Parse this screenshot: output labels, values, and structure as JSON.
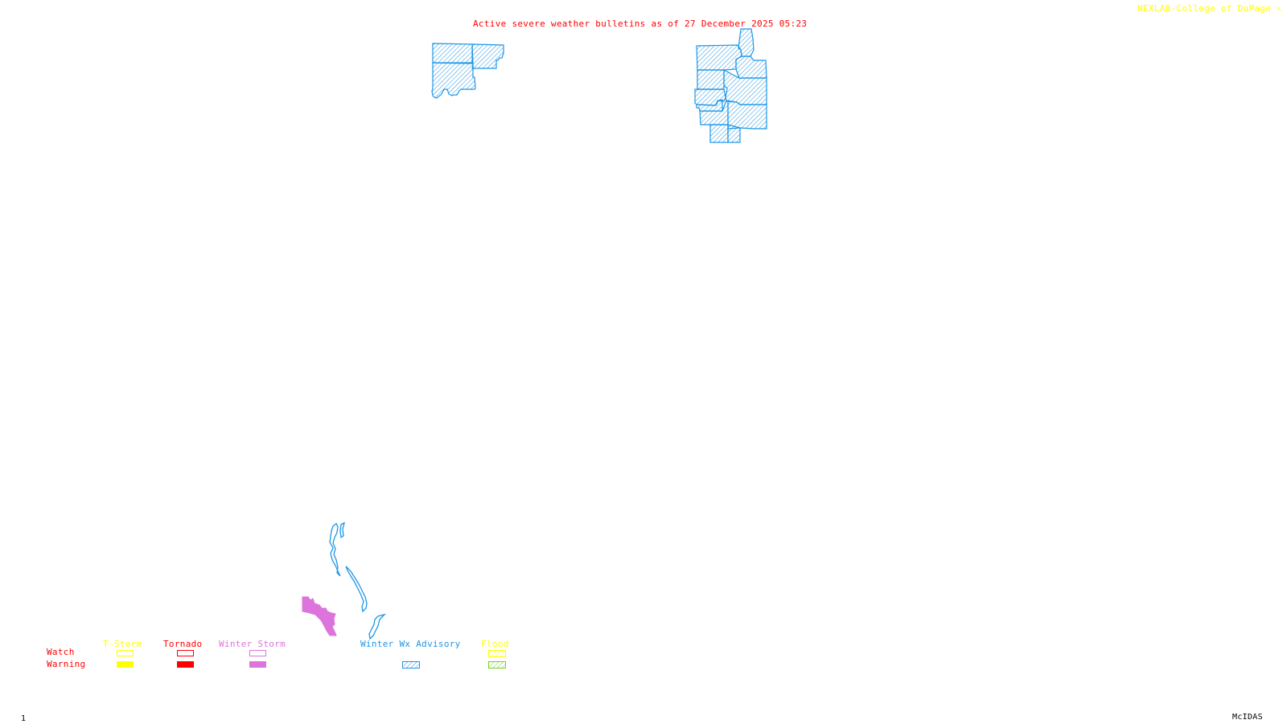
{
  "header": {
    "title": "Active severe weather bulletins as of 27 December 2025 05:23",
    "credit": "NEXLAB-College of DuPage"
  },
  "colors": {
    "title": "#ff0000",
    "credit": "#ffff00",
    "tstorm": "#ffff00",
    "tornado": "#ff0000",
    "winter_storm": "#dc74dc",
    "winter_wx_advisory": "#1e96e6",
    "flood_watch": "#ffff00",
    "flood_warning": "#78d21e",
    "row_labels": "#ff0000"
  },
  "map": {
    "active_areas": [
      {
        "type": "Winter Wx Advisory",
        "style": "hatched",
        "region": "upper-left county group"
      },
      {
        "type": "Winter Wx Advisory",
        "style": "hatched",
        "region": "upper-right county group"
      },
      {
        "type": "Winter Wx Advisory",
        "style": "outline",
        "region": "lower-left coastal zones"
      },
      {
        "type": "Winter Storm Warning",
        "style": "filled",
        "region": "lower-left zone"
      }
    ]
  },
  "legend": {
    "rows": [
      "Watch",
      "Warning"
    ],
    "columns": [
      {
        "label": "T-Storm",
        "color_key": "tstorm",
        "watch": "outline",
        "warning": "filled"
      },
      {
        "label": "Tornado",
        "color_key": "tornado",
        "watch": "outline",
        "warning": "filled"
      },
      {
        "label": "Winter Storm",
        "color_key": "winter_storm",
        "watch": "outline",
        "warning": "filled"
      },
      {
        "label": "Winter Wx Advisory",
        "color_key": "winter_wx_advisory",
        "watch": "none",
        "warning": "hatched"
      },
      {
        "label": "Flood",
        "color_key": "flood_watch",
        "watch": "hatched",
        "warning": "hatched"
      }
    ]
  },
  "footer": {
    "frame_number": "1",
    "software": "McIDAS"
  }
}
